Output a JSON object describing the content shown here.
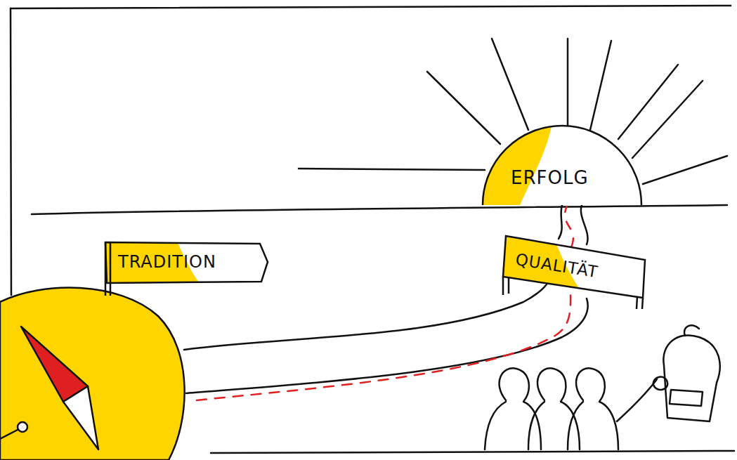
{
  "diagram": {
    "nodes": [
      {
        "text": [
          "ERFOLG"
        ]
      },
      {
        "text": [
          "TRADITION"
        ]
      },
      {
        "text": [
          "QUALITÄT"
        ]
      }
    ],
    "edges": [
      {
        "from": 2,
        "to": 0,
        "arrow": "none"
      }
    ]
  }
}
